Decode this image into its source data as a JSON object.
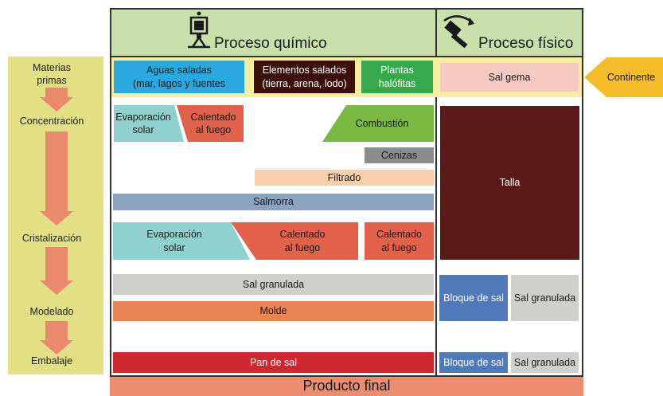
{
  "headers": {
    "quimico": "Proceso químico",
    "fisico": "Proceso físico"
  },
  "stages": [
    "Materias primas",
    "Concentración",
    "Cristalización",
    "Modelado",
    "Embalaje"
  ],
  "raw_materials": {
    "aguas": "Aguas saladas\n(mar, lagos y fuentes",
    "elementos": "Elementos salados\n(tierra, arena, lodo)",
    "plantas": "Plantas\nhalófitas",
    "sal_gema": "Sal gema",
    "continente": "Continente"
  },
  "concentration": {
    "evaporacion": "Evaporación\nsolar",
    "calentado": "Calentado\nal fuego",
    "combustion": "Combustión",
    "cenizas": "Cenizas",
    "filtrado": "Filtrado",
    "salmorra": "Salmorra",
    "talla": "Talla"
  },
  "crystallization": {
    "evaporacion": "Evaporación\nsolar",
    "calentado_1": "Calentado\nal fuego",
    "calentado_2": "Calentado\nal fuego"
  },
  "modeling": {
    "sal_granulada": "Sal granulada",
    "molde": "Molde",
    "bloque_de_sal": "Bloque de sal",
    "sal_granulada_fisico": "Sal granulada"
  },
  "packaging": {
    "pan_de_sal": "Pan de sal",
    "bloque_de_sal": "Bloque de sal",
    "sal_granulada": "Sal granulada"
  },
  "footer": "Producto final",
  "colors": {
    "header_green": "#c9e0ad",
    "left_band": "#e2df84",
    "yellow_band": "#f7eda0",
    "aguas": "#29a9df",
    "elementos": "#3a0f0c",
    "plantas": "#35a94c",
    "sal_gema": "#f7c9c2",
    "continente": "#f6bd2b",
    "evaporacion": "#8fd1cf",
    "calentado": "#e1614a",
    "combustion": "#78b843",
    "cenizas": "#8c8c8c",
    "filtrado": "#f9cfae",
    "salmorra": "#8aa3bf",
    "talla": "#5b1a18",
    "sal_granulada": "#cfd0cc",
    "molde": "#ea8452",
    "pan_de_sal": "#cf2630",
    "bloque_de_sal": "#4f79b8",
    "producto_final": "#ec8c71",
    "arrow": "#e98a6d"
  },
  "icons": [
    "chemistry-flask-icon",
    "hammer-icon"
  ]
}
